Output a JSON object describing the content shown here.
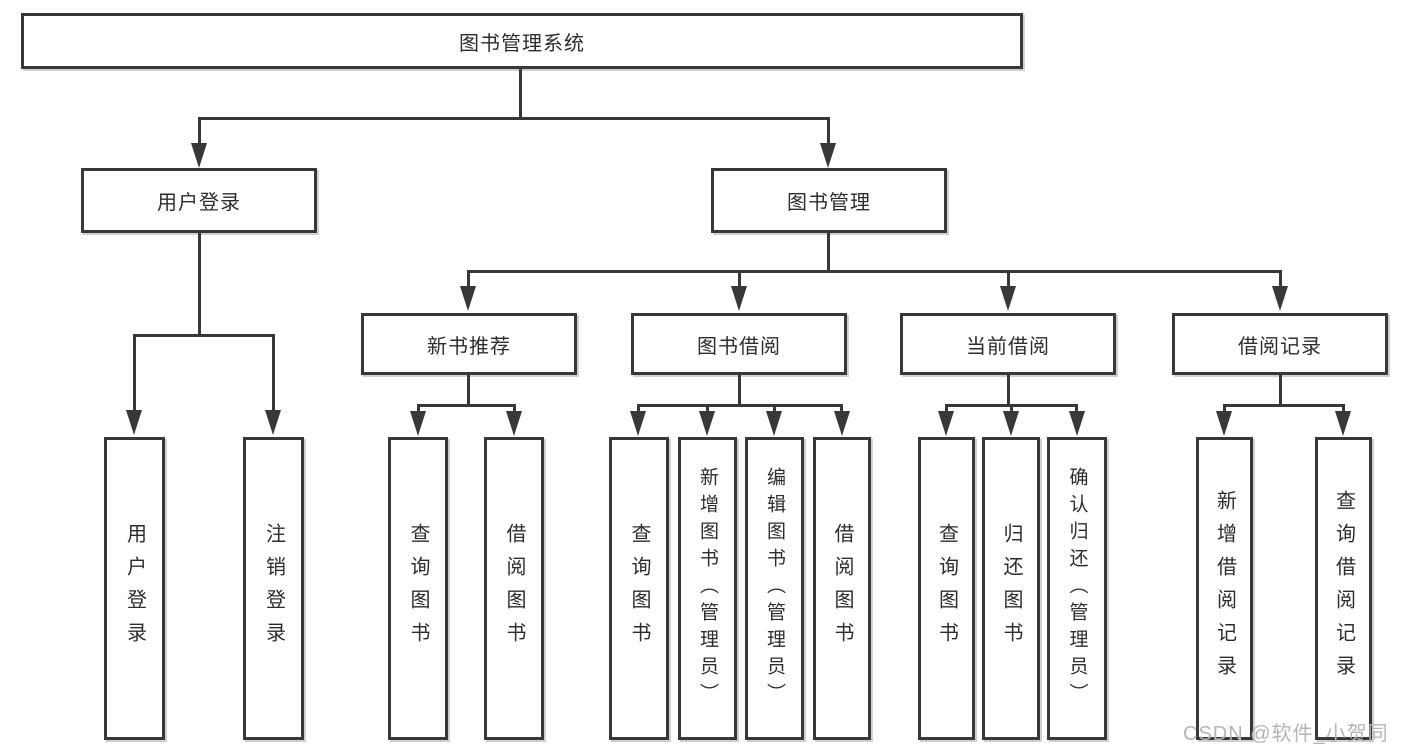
{
  "diagram": {
    "root": {
      "label": "图书管理系统"
    },
    "level2": [
      {
        "label": "用户登录"
      },
      {
        "label": "图书管理"
      }
    ],
    "level3": [
      {
        "label": "新书推荐"
      },
      {
        "label": "图书借阅"
      },
      {
        "label": "当前借阅"
      },
      {
        "label": "借阅记录"
      }
    ],
    "leaves": {
      "login": [
        {
          "label": "用户登录"
        },
        {
          "label": "注销登录"
        }
      ],
      "recommend": [
        {
          "label": "查询图书"
        },
        {
          "label": "借阅图书"
        }
      ],
      "borrow": [
        {
          "label": "查询图书"
        },
        {
          "label": "新增图书（管理员）"
        },
        {
          "label": "编辑图书（管理员）"
        },
        {
          "label": "借阅图书"
        }
      ],
      "current": [
        {
          "label": "查询图书"
        },
        {
          "label": "归还图书"
        },
        {
          "label": "确认归还（管理员）"
        }
      ],
      "records": [
        {
          "label": "新增借阅记录"
        },
        {
          "label": "查询借阅记录"
        }
      ]
    },
    "watermark": "CSDN @软件_小贺同学",
    "colors": {
      "line": "#383838",
      "text": "#2d2d2d",
      "watermark": "#b5b5b5",
      "background": "#ffffff"
    }
  }
}
